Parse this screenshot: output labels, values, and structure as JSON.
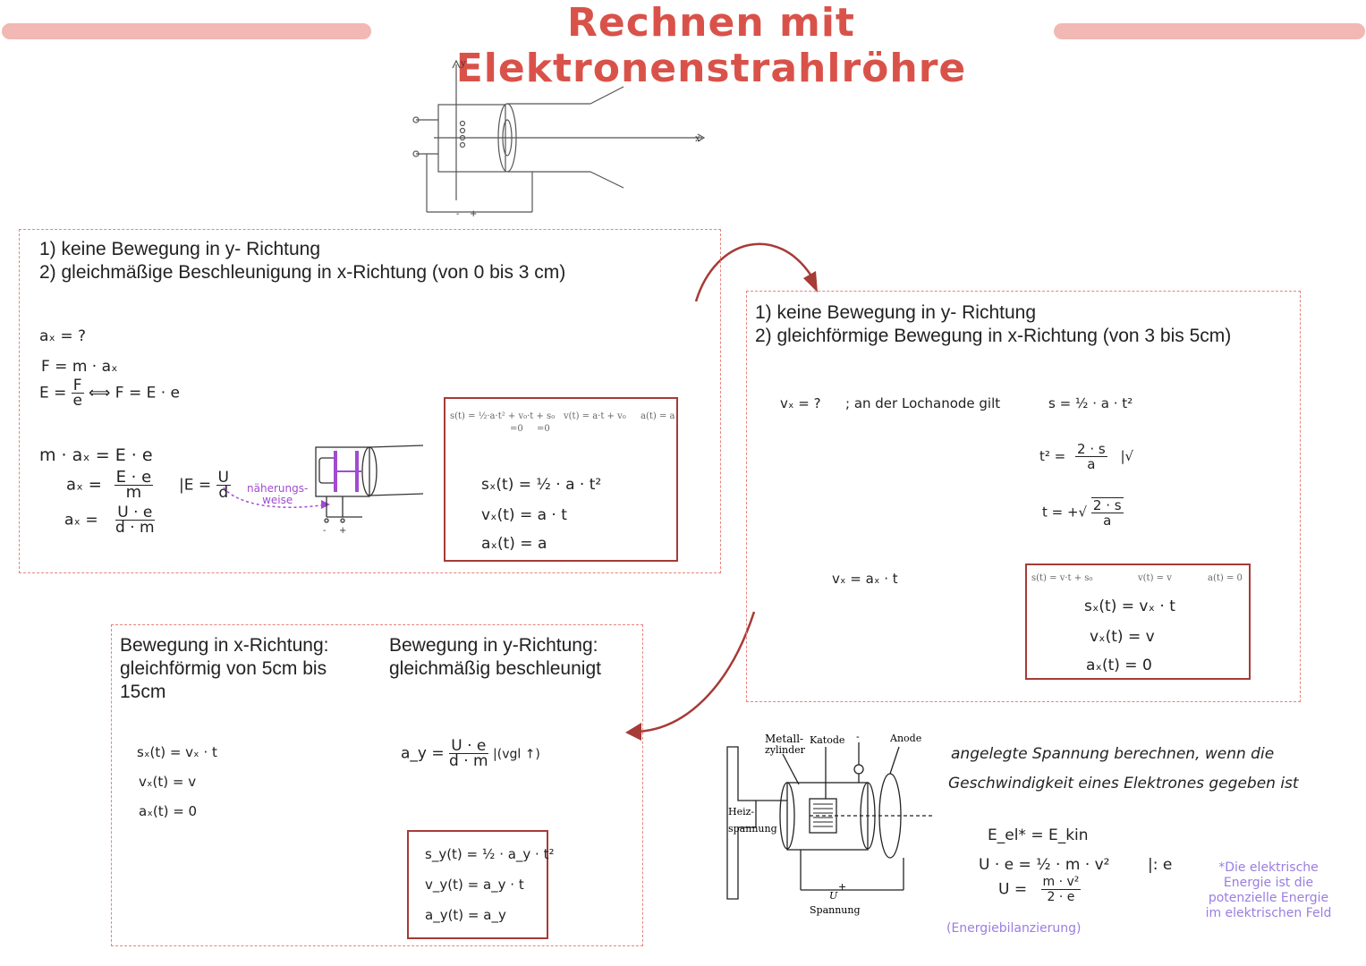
{
  "title": "Rechnen mit Elektronenstrahlröhre",
  "top_diagram": {
    "axis_y": "y",
    "axis_x": "x",
    "minus": "-",
    "plus": "+"
  },
  "section1": {
    "line1": "1) keine Bewegung in y- Richtung",
    "line2": "2) gleichmäßige Beschleunigung in x-Richtung (von 0 bis 3 cm)",
    "eq_ax_q": "aₓ = ?",
    "eq_f": "F = m · aₓ",
    "eq_e_lhs": "E =",
    "eq_e_num": "F",
    "eq_e_den": "e",
    "eq_e_rhs": "⟺  F = E · e",
    "eq_m_ax": "m · aₓ  =",
    "eq_m_ax_rhs": "E · e",
    "eq_ax_lhs": "aₓ =",
    "eq_ax_num": "E · e",
    "eq_ax_den": "m",
    "eq_e_sub": "|E =",
    "eq_e_sub_num": "U",
    "eq_e_sub_den": "d",
    "eq_ax2_lhs": "aₓ =",
    "eq_ax2_num": "U · e",
    "eq_ax2_den": "d · m",
    "approx_note_1": "näherungs-",
    "approx_note_2": "weise",
    "print_line_1": "s(t) = ½·a·t² + v₀·t + s₀",
    "print_line_2": "v(t) = a·t + v₀",
    "print_line_3": "a(t) = a",
    "zero_1": "=0",
    "zero_2": "=0",
    "res_s": "sₓ(t) = ½ · a · t²",
    "res_v": "vₓ(t) = a · t",
    "res_a": "aₓ(t) = a"
  },
  "section2": {
    "line1": "1) keine Bewegung in y- Richtung",
    "line2": "2) gleichförmige Bewegung in x-Richtung (von 3 bis 5cm)",
    "eq_vx_q": "vₓ = ?",
    "eq_anode": "; an der Lochanode gilt",
    "eq_s": "s = ½ · a · t²",
    "eq_t2_lhs": "t² =",
    "eq_t2_num": "2 · s",
    "eq_t2_den": "a",
    "eq_t2_op": "|√",
    "eq_t_lhs": "t = +√",
    "eq_t_num": "2 · s",
    "eq_t_den": "a",
    "eq_vx": "vₓ = aₓ · t",
    "print_line_1": "s(t) = v·t + s₀",
    "print_line_2": "v(t) = v",
    "print_line_3": "a(t) = 0",
    "res_s": "sₓ(t) = vₓ · t",
    "res_v": "vₓ(t) = v",
    "res_a": "aₓ(t) = 0"
  },
  "section3": {
    "x_heading": "Bewegung in x-Richtung: gleichförmig von 5cm bis 15cm",
    "y_heading": "Bewegung in y-Richtung: gleichmäßig beschleunigt",
    "x_s": "sₓ(t) = vₓ · t",
    "x_v": "vₓ(t) = v",
    "x_a": "aₓ(t) = 0",
    "ay_lhs": "a_y =",
    "ay_num": "U · e",
    "ay_den": "d · m",
    "ay_ref": "|(vgl ↑)",
    "res_s": "s_y(t) = ½ · a_y · t²",
    "res_v": "v_y(t) = a_y · t",
    "res_a": "a_y(t) = a_y"
  },
  "tube": {
    "metall": "Metall-",
    "zylinder": "zylinder",
    "katode": "Katode",
    "anode": "Anode",
    "heiz": "Heiz-",
    "spannung_h": "spannung",
    "u": "U",
    "spannung": "Spannung",
    "minus": "-",
    "plus": "+"
  },
  "energy": {
    "intro_1": "angelegte Spannung berechnen, wenn die",
    "intro_2": "Geschwindigkeit eines Elektrones gegeben ist",
    "eq1": "E_el* = E_kin",
    "eq2": "U · e = ½ · m · v²",
    "eq2_op": "|: e",
    "eq3_lhs": "U =",
    "eq3_num": "m · v²",
    "eq3_den": "2 · e",
    "bilanz": "(Energiebilanzierung)",
    "note": "*Die elektrische Energie ist die potenzielle Energie im elektrischen Feld"
  }
}
